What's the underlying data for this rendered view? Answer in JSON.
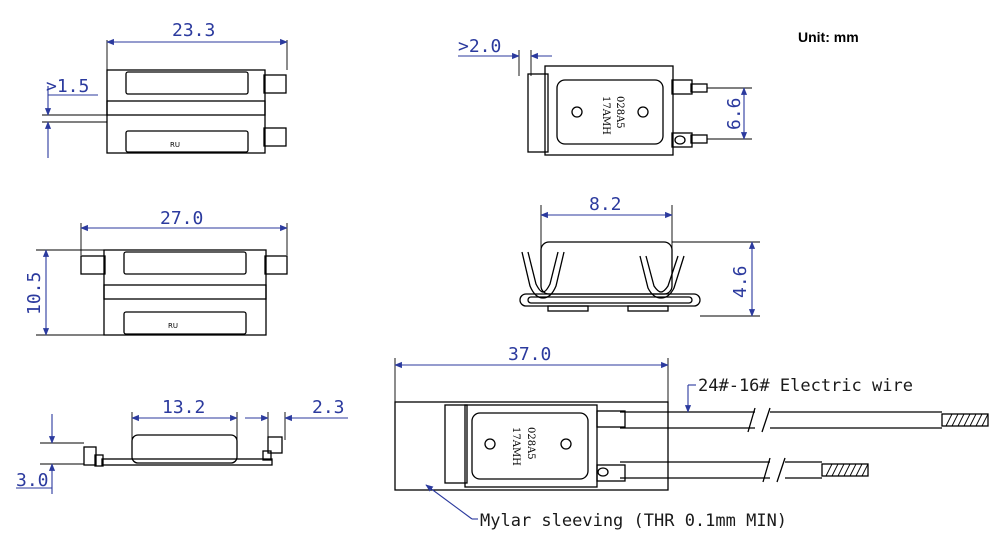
{
  "unit_label": "Unit: mm",
  "dimensions": {
    "top_view_width": "23.3",
    "top_view_offset": ">1.5",
    "top_view_width_2": "27.0",
    "side_height": "10.5",
    "profile_body_width": "13.2",
    "profile_tab": "2.3",
    "profile_height": "3.0",
    "body_tab_offset": ">2.0",
    "body_terminal_pitch": "6.6",
    "clip_width": "8.2",
    "clip_height": "4.6",
    "sleeved_length": "37.0"
  },
  "callouts": {
    "wire": "24#-16# Electric wire",
    "sleeving": "Mylar sleeving (THR 0.1mm MIN)"
  },
  "part_marking": {
    "line1": "17AMH",
    "line2": "028A5",
    "cert_mark": "RU"
  }
}
